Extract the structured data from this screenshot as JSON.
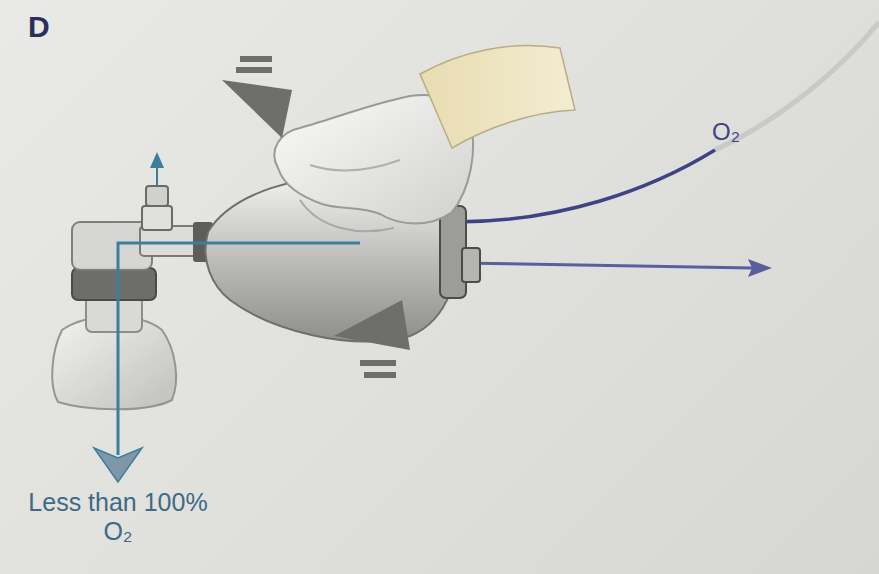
{
  "diagram": {
    "labels": [
      "D",
      "O₂",
      "Less than 100% O₂"
    ]
  }
}
